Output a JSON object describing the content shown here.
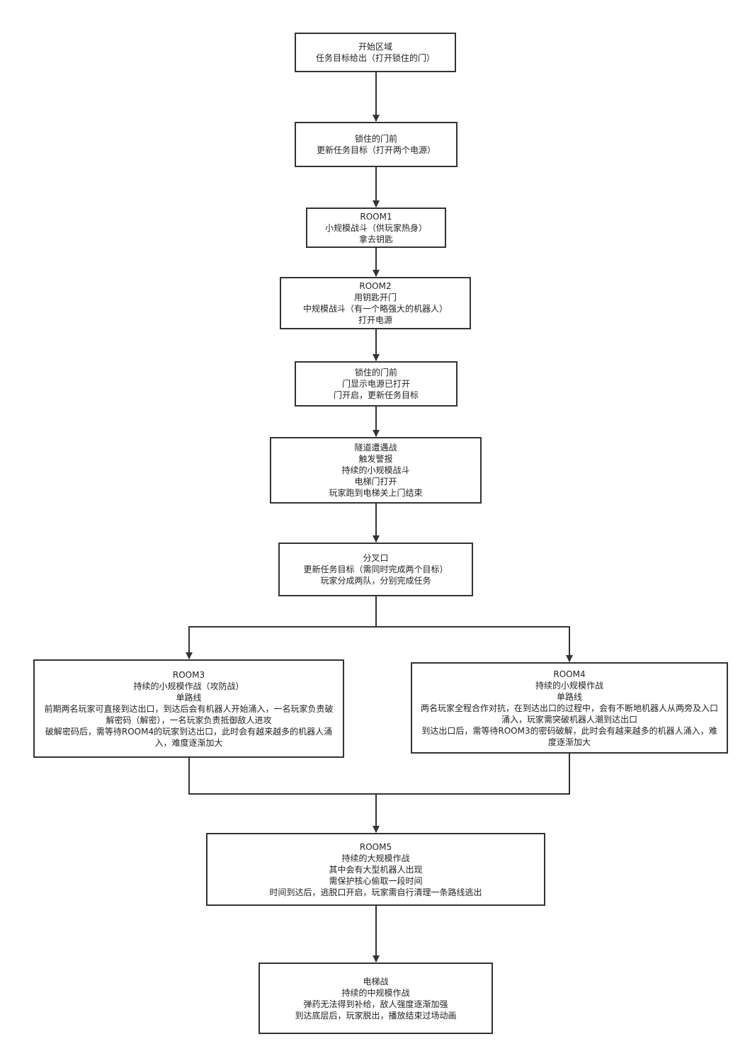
{
  "nodes": {
    "start": {
      "lines": [
        "开始区域",
        "任务目标给出（打开锁住的门）"
      ]
    },
    "locked_door_1": {
      "lines": [
        "锁住的门前",
        "更新任务目标（打开两个电源）"
      ]
    },
    "room1": {
      "lines": [
        "ROOM1",
        "小规模战斗（供玩家热身）",
        "拿去钥匙"
      ]
    },
    "room2": {
      "lines": [
        "ROOM2",
        "用钥匙开门",
        "中规模战斗（有一个略强大的机器人）",
        "打开电源"
      ]
    },
    "locked_door_2": {
      "lines": [
        "锁住的门前",
        "门显示电源已打开",
        "门开启，更新任务目标"
      ]
    },
    "tunnel": {
      "lines": [
        "隧道遭遇战",
        "触发警报",
        "持续的小规模战斗",
        "电梯门打开",
        "玩家跑到电梯关上门结束"
      ]
    },
    "fork": {
      "lines": [
        "分叉口",
        "更新任务目标（需同时完成两个目标）",
        "玩家分成两队，分别完成任务"
      ]
    },
    "room3": {
      "lines": [
        "ROOM3",
        "持续的小规模作战（攻防战）",
        "单路线",
        "前期两名玩家可直接到达出口，到达后会有机器人开始涌入，一名玩家负责破解密码（解密），一名玩家负责抵御敌人进攻",
        "破解密码后，需等待ROOM4的玩家到达出口，此时会有越来越多的机器人涌入，难度逐渐加大"
      ]
    },
    "room4": {
      "lines": [
        "ROOM4",
        "持续的小规模作战",
        "单路线",
        "两名玩家全程合作对抗，在到达出口的过程中，会有不断地机器人从两旁及入口涌入，玩家需突破机器人潮到达出口",
        "到达出口后，需等待ROOM3的密码破解，此时会有越来越多的机器人涌入，难度逐渐加大"
      ]
    },
    "room5": {
      "lines": [
        "ROOM5",
        "持续的大规模作战",
        "其中会有大型机器人出现",
        "需保护核心偷取一段时间",
        "时间到达后，逃脱口开启，玩家需自行清理一条路线逃出"
      ]
    },
    "elevator": {
      "lines": [
        "电梯战",
        "持续的中规模作战",
        "弹药无法得到补给，敌人强度逐渐加强",
        "到达底层后，玩家脱出，播放结束过场动画"
      ]
    }
  },
  "colors": {
    "stroke": "#333333",
    "fill": "#ffffff",
    "text": "#222222"
  }
}
